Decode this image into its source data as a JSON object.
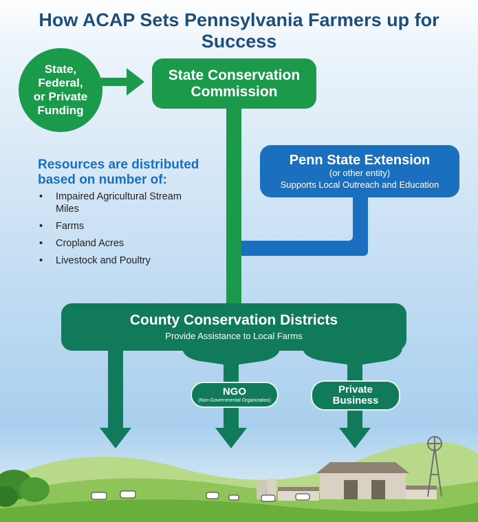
{
  "title": "How ACAP Sets Pennsylvania Farmers up for Success",
  "funding": [
    "State,",
    "Federal,",
    "or Private",
    "Funding"
  ],
  "state_commission": [
    "State Conservation",
    "Commission"
  ],
  "penn_state": {
    "name": "Penn State Extension",
    "alt": "(or other entity)",
    "role": "Supports Local Outreach and Education"
  },
  "resources": {
    "title": "Resources are distributed based on number of:",
    "items": [
      "Impaired Agricultural Stream Miles",
      "Farms",
      "Cropland Acres",
      "Livestock and Poultry"
    ]
  },
  "county": {
    "name": "County Conservation Districts",
    "role": "Provide Assistance to Local Farms"
  },
  "ngo": {
    "name": "NGO",
    "full": "(Non-Governmental Organization)"
  },
  "private_business": [
    "Private",
    "Business"
  ],
  "colors": {
    "title": "#1f4e79",
    "green": "#1b9a4b",
    "blue": "#1b6fbf",
    "dark_green": "#107a5a"
  }
}
